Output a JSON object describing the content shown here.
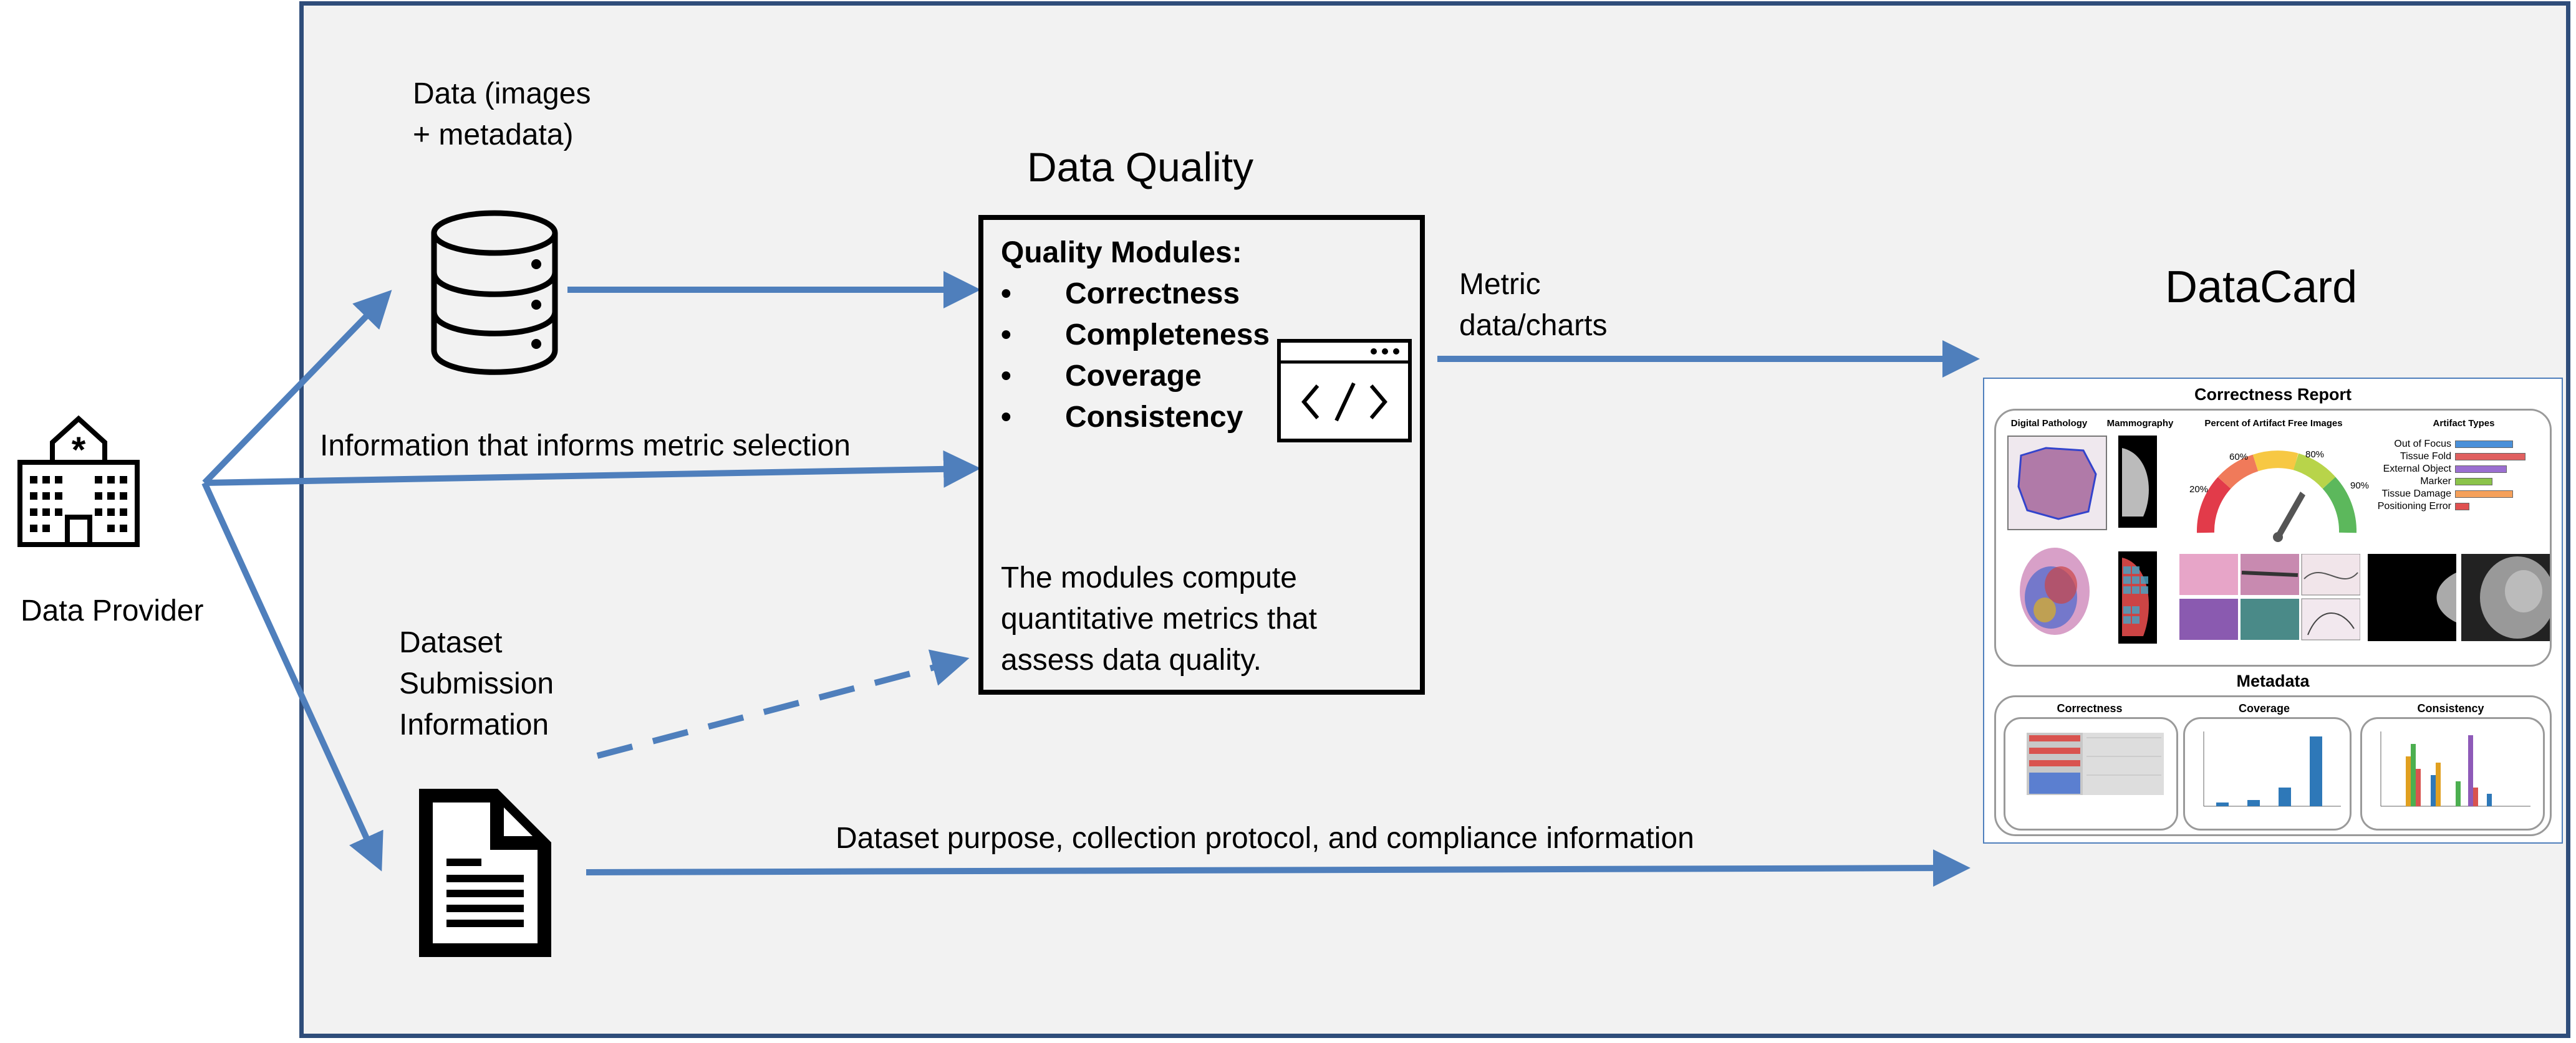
{
  "provider": {
    "label": "Data Provider",
    "icon": "hospital-icon"
  },
  "database": {
    "label": "Data (images\n+ metadata)",
    "icon": "database-icon"
  },
  "metric_selection": {
    "label": "Information that informs metric selection"
  },
  "submission": {
    "label": "Dataset\nSubmission\nInformation",
    "icon": "document-icon"
  },
  "purpose": {
    "label": "Dataset purpose, collection protocol, and compliance information"
  },
  "data_quality": {
    "title": "Data Quality",
    "modules_heading": "Quality Modules:",
    "modules": [
      "Correctness",
      "Completeness",
      "Coverage",
      "Consistency"
    ],
    "bullet": "•",
    "description": "The modules compute\nquantitative metrics that\nassess data quality.",
    "icon": "code-window-icon"
  },
  "metric_output": {
    "label": "Metric\ndata/charts"
  },
  "datacard": {
    "title": "DataCard",
    "correctness_report": {
      "title": "Correctness Report",
      "headers": [
        "Digital Pathology",
        "Mammography",
        "Percent of Artifact Free Images",
        "Artifact Types"
      ],
      "gauge_labels": [
        "20%",
        "60%",
        "80%",
        "90%"
      ],
      "artifact_types": [
        {
          "name": "Out of Focus",
          "value": 0.62,
          "color": "#4a90d9"
        },
        {
          "name": "Tissue Fold",
          "value": 0.75,
          "color": "#e06060"
        },
        {
          "name": "External Object",
          "value": 0.55,
          "color": "#9b6fd1"
        },
        {
          "name": "Marker",
          "value": 0.4,
          "color": "#8bc34a"
        },
        {
          "name": "Tissue Damage",
          "value": 0.62,
          "color": "#f5a05a"
        },
        {
          "name": "Positioning Error",
          "value": 0.15,
          "color": "#e05050"
        }
      ]
    },
    "metadata": {
      "title": "Metadata",
      "panels": [
        "Correctness",
        "Coverage",
        "Consistency"
      ]
    }
  },
  "colors": {
    "arrow": "#4f7fbc",
    "frame": "#2f4d7a",
    "panel_bg": "#f2f2f2"
  }
}
